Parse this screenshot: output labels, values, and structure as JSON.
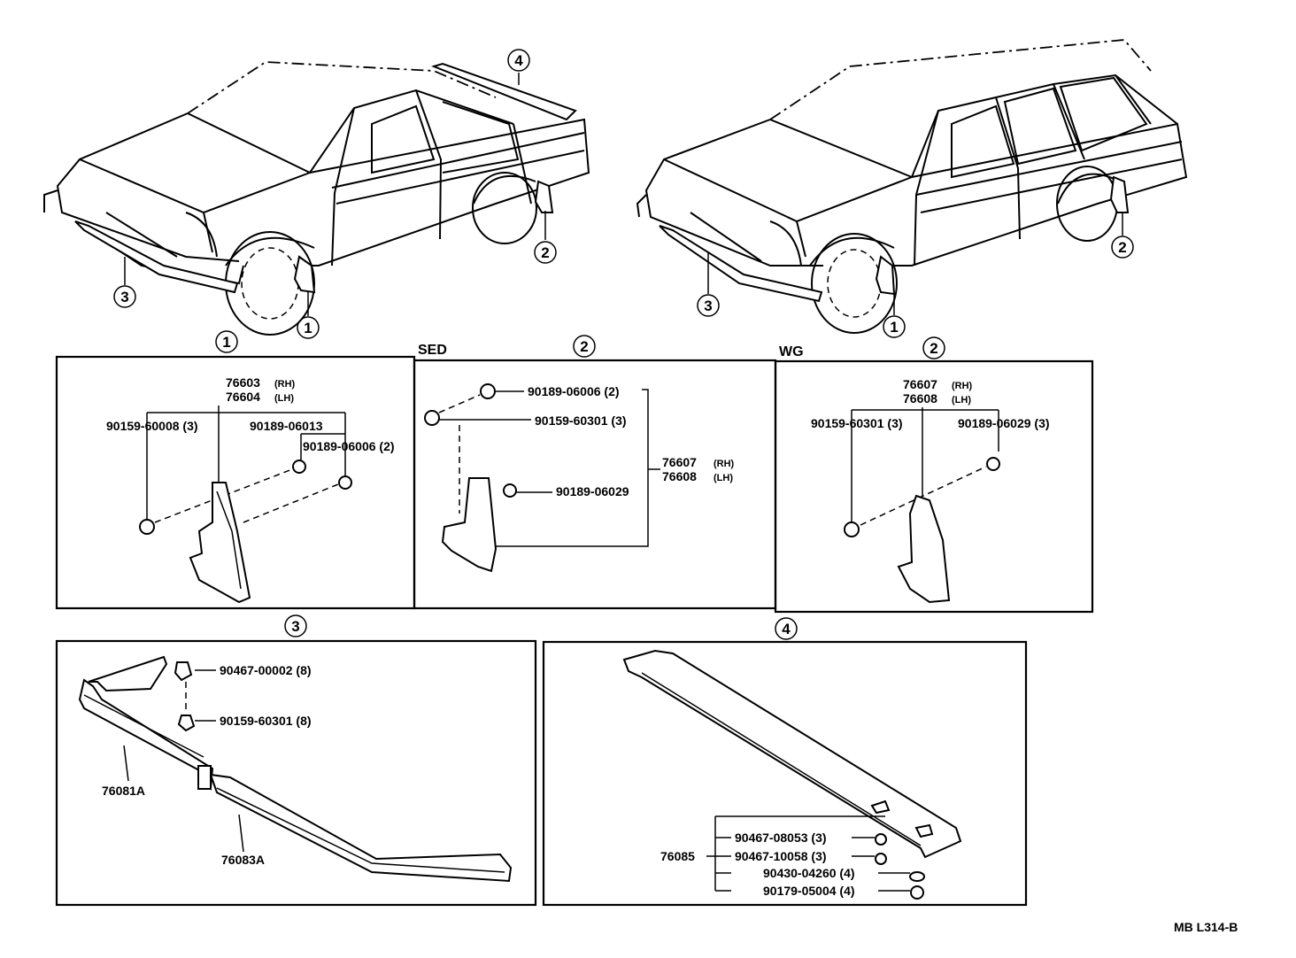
{
  "callouts": {
    "c1": "1",
    "c2": "2",
    "c3": "3",
    "c4": "4"
  },
  "sections": {
    "sed": "SED",
    "wg": "WG"
  },
  "box1": {
    "rh": "76603",
    "rh_tag": "(RH)",
    "lh": "76604",
    "lh_tag": "(LH)",
    "p_a": "90159-60008 (3)",
    "p_b": "90189-06013",
    "p_c": "90189-06006 (2)"
  },
  "box2": {
    "p_a": "90189-06006 (2)",
    "p_b": "90159-60301 (3)",
    "p_c": "90189-06029",
    "rh": "76607",
    "rh_tag": "(RH)",
    "lh": "76608",
    "lh_tag": "(LH)"
  },
  "box3": {
    "rh": "76607",
    "rh_tag": "(RH)",
    "lh": "76608",
    "lh_tag": "(LH)",
    "p_a": "90159-60301 (3)",
    "p_b": "90189-06029 (3)"
  },
  "box4": {
    "p_a": "90467-00002 (8)",
    "p_b": "90159-60301 (8)",
    "part_a": "76081A",
    "part_b": "76083A"
  },
  "box5": {
    "part": "76085",
    "p_a": "90467-08053 (3)",
    "p_b": "90467-10058 (3)",
    "p_c": "90430-04260 (4)",
    "p_d": "90179-05004 (4)"
  },
  "footer": {
    "ref": "MB L314-B"
  }
}
